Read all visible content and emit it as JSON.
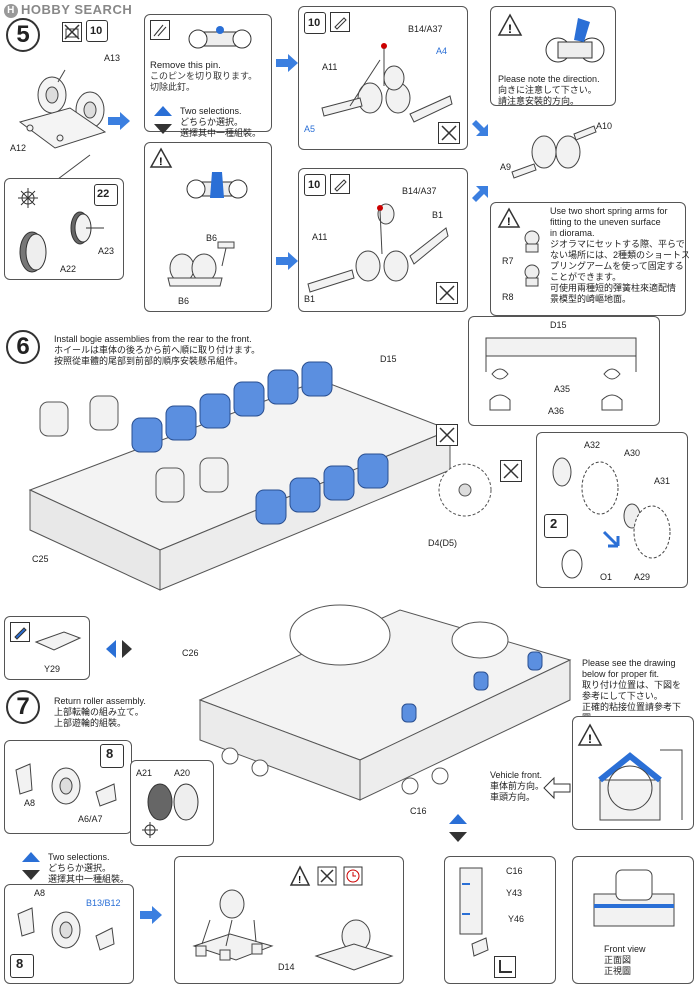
{
  "watermark": {
    "text": "HOBBY SEARCH"
  },
  "steps": {
    "s5": {
      "num": "5"
    },
    "s6": {
      "num": "6"
    },
    "s7": {
      "num": "7"
    }
  },
  "badges": {
    "b10a": "10",
    "b10b": "10",
    "b22": "22",
    "b2": "2",
    "b8a": "8",
    "b8b": "8"
  },
  "step5": {
    "remove_pin": {
      "en": "Remove this pin.",
      "jp1": "このピンを切り取ります。",
      "jp2": "切除此釘。"
    },
    "two_sel": {
      "en": "Two selections.",
      "jp1": "どちらか選択。",
      "jp2": "選擇其中一種組裝。"
    },
    "direction": {
      "en": "Please note the direction.",
      "jp1": "向きに注意して下さい。",
      "jp2": "請注意安裝的方向。"
    },
    "spring": {
      "en1": "Use two short spring arms for",
      "en2": "fitting to the uneven surface",
      "en3": "in diorama.",
      "jp1": "ジオラマにセットする際、平らで",
      "jp2": "ない場所には、2種類のショートス",
      "jp3": "プリングアームを使って固定する",
      "jp4": "ことができます。",
      "jp5": "可使用兩種短的彈簧柱來適配情",
      "jp6": "景模型的崎嶇地面。"
    },
    "labels": {
      "a13": "A13",
      "a12": "A12",
      "a23": "A23",
      "a22": "A22",
      "b14a37a": "B14/A37",
      "a4": "A4",
      "a11a": "A11",
      "a5": "A5",
      "a10": "A10",
      "a9": "A9",
      "b6a": "B6",
      "b6b": "B6",
      "b14a37b": "B14/A37",
      "b1a": "B1",
      "a11b": "A11",
      "b1b": "B1",
      "r7": "R7",
      "r8": "R8"
    }
  },
  "step6": {
    "install": {
      "en": "Install bogie assemblies from the rear to the front.",
      "jp1": "ホイールは車体の後ろから前へ順に取り付けます。",
      "jp2": "按照從車體的尾部到前部的順序安裝懸吊組件。"
    },
    "labels": {
      "d15a": "D15",
      "d15b": "D15",
      "a35": "A35",
      "a36": "A36",
      "a32": "A32",
      "a30": "A30",
      "a31": "A31",
      "d4d5": "D4(D5)",
      "o1": "O1",
      "a29": "A29",
      "c25": "C25",
      "c26": "C26",
      "y29": "Y29"
    }
  },
  "step7": {
    "return": {
      "en": "Return roller assembly.",
      "jp1": "上部転輪の組み立て。",
      "jp2": "上部遊輪的組裝。"
    },
    "two_sel": {
      "en": "Two selections.",
      "jp1": "どちらか選択。",
      "jp2": "選擇其中一種組裝。"
    },
    "see_drawing": {
      "en1": "Please see the drawing",
      "en2": "below for proper fit.",
      "jp1": "取り付け位置は、下図を",
      "jp2": "参考にして下さい。",
      "jp3": "正確的粘接位置請參考下圖。"
    },
    "vehicle_front": {
      "en": "Vehicle front.",
      "jp1": "車体前方向。",
      "jp2": "車頭方向。"
    },
    "front_view": {
      "en": "Front view",
      "jp1": "正面図",
      "jp2": "正視圖"
    },
    "labels": {
      "a8a": "A8",
      "a6a7": "A6/A7",
      "a21": "A21",
      "a20": "A20",
      "a8b": "A8",
      "b13b12": "B13/B12",
      "d14": "D14",
      "c16a": "C16",
      "c16b": "C16",
      "y43": "Y43",
      "y46": "Y46"
    }
  },
  "colors": {
    "accent": "#2a6fd6",
    "part_blue": "#5b8fe0",
    "line": "#444"
  }
}
